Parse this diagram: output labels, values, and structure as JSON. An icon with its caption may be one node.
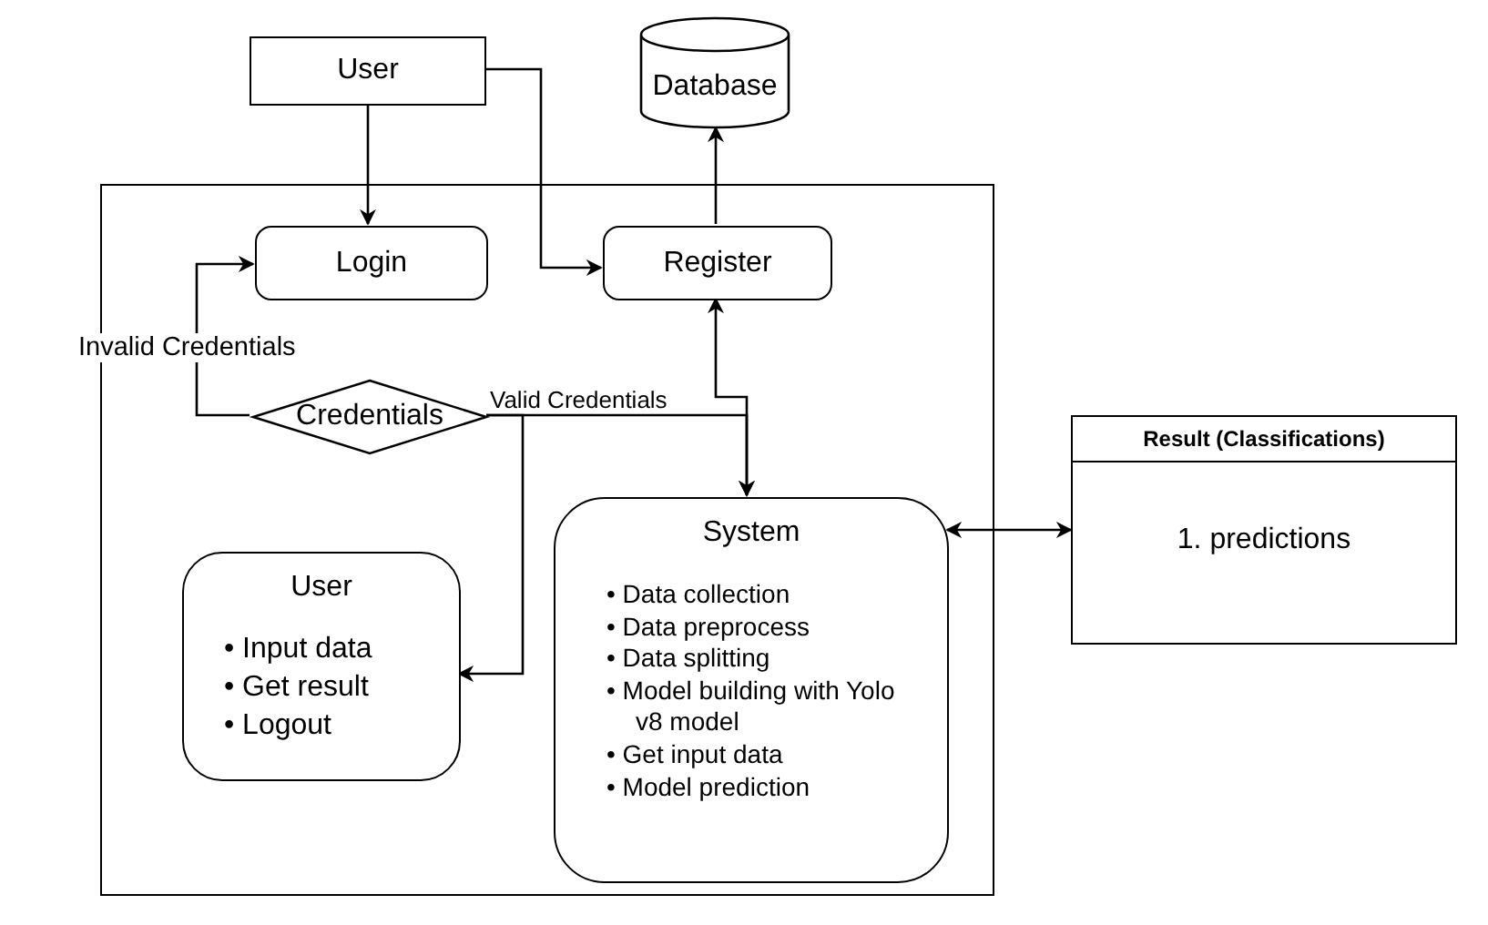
{
  "diagram": {
    "nodes": [
      {
        "text": [
          "User"
        ]
      },
      {
        "text": [
          "Database"
        ]
      },
      {
        "text": [],
        "shape": "box"
      },
      {
        "text": [
          "Login"
        ],
        "in": 2
      },
      {
        "text": [
          "Register"
        ],
        "in": 2
      },
      {
        "text": [
          "Credentials"
        ],
        "in": 2
      },
      {
        "text": [
          "User",
          "• Input data",
          "• Get result",
          "• Logout"
        ],
        "in": 2
      },
      {
        "text": [
          "System",
          "• Data collection",
          "• Data preprocess",
          "• Data splitting",
          "• Model building with Yolo v8 model",
          "• Get input data",
          "• Model prediction"
        ],
        "in": 2
      },
      {
        "text": [
          "Result (Classifications)",
          "1. predictions"
        ]
      }
    ],
    "edges": [
      {
        "from": 0,
        "to": 3,
        "arrow": "to"
      },
      {
        "from": 0,
        "to": 4,
        "arrow": "to"
      },
      {
        "from": 4,
        "to": 1,
        "arrow": "to"
      },
      {
        "from": 5,
        "to": 3,
        "arrow": "to",
        "label": "Invalid Credentials"
      },
      {
        "from": 5,
        "to": 6,
        "arrow": "to"
      },
      {
        "from": 5,
        "to": 7,
        "arrow": "to",
        "label": "Valid Credentials"
      },
      {
        "from": 4,
        "to": 7,
        "arrow": "both"
      },
      {
        "from": 7,
        "to": 8,
        "arrow": "both"
      }
    ]
  }
}
